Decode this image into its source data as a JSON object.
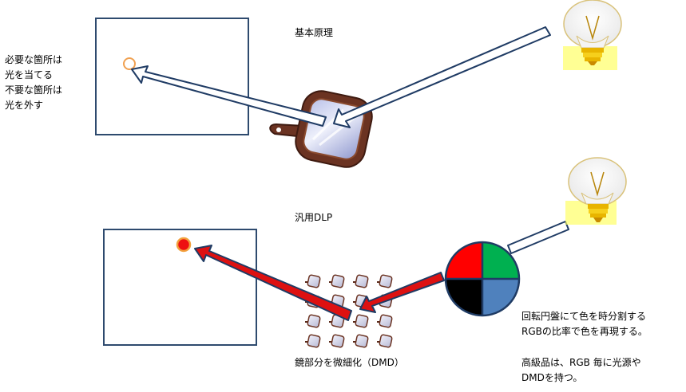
{
  "top": {
    "title": "基本原理",
    "side_note": "必要な箇所は\n光を当てる\n不要な箇所は\n光を外す"
  },
  "bottom": {
    "title": "汎用DLP",
    "dmd_label": "鏡部分を微細化（DMD）",
    "wheel_note_1": "回転円盤にて色を時分割する\nRGBの比率で色を再現する。",
    "wheel_note_2": "高級品は、RGB 毎に光源や\nDMDを持つ。"
  },
  "colors": {
    "screen_border": "#2e4a6e",
    "arrow_outline": "#1f3b64",
    "red_arrow": "#dd1111",
    "wheel_red": "#ff0000",
    "wheel_green": "#00b050",
    "wheel_black": "#000000",
    "wheel_blue": "#4f81bd",
    "mirror_frame": "#5a2a1a"
  }
}
